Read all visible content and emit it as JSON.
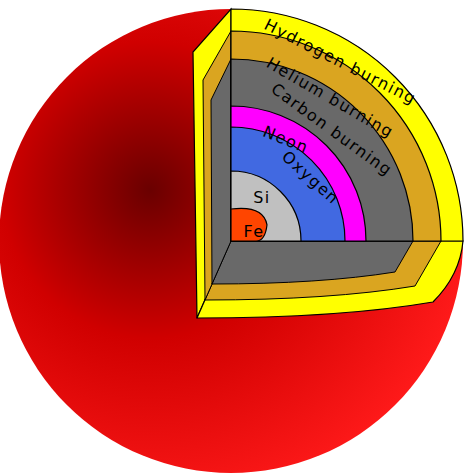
{
  "diagram": {
    "nodes": [
      {
        "text": [
          "Hydrogen burning"
        ]
      },
      {
        "text": [
          "Helium burning"
        ],
        "in": 0
      },
      {
        "text": [
          "Carbon burning"
        ],
        "in": 1
      },
      {
        "text": [
          "Neon"
        ],
        "in": 2
      },
      {
        "text": [
          "Oxygen"
        ],
        "in": 3
      },
      {
        "text": [
          "Si"
        ],
        "in": 4
      },
      {
        "text": [
          "Fe"
        ],
        "in": 5
      }
    ]
  }
}
